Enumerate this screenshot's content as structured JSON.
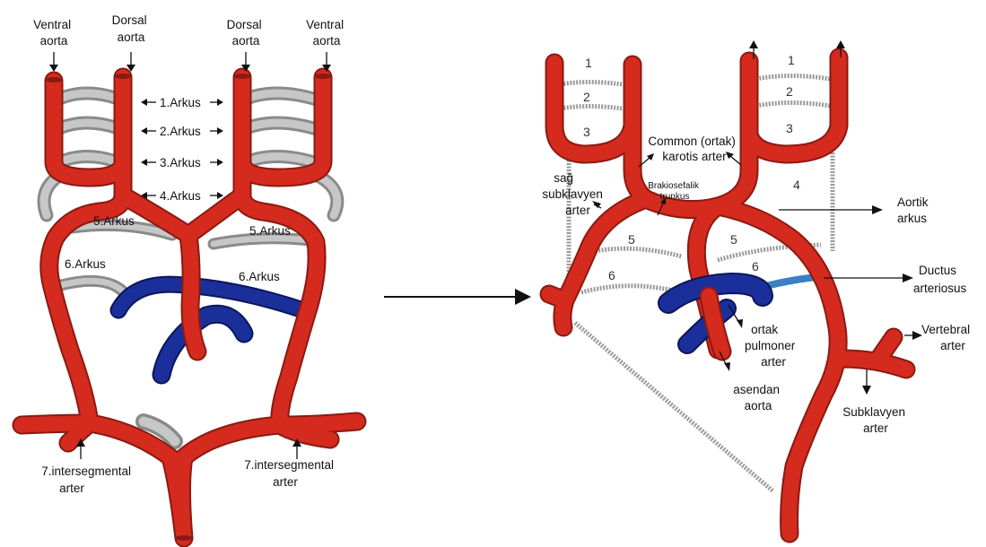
{
  "left_panel": {
    "top_labels": {
      "ventral_left": [
        "Ventral",
        "aorta"
      ],
      "dorsal_left": [
        "Dorsal",
        "aorta"
      ],
      "dorsal_right": [
        "Dorsal",
        "aorta"
      ],
      "ventral_right": [
        "Ventral",
        "aorta"
      ]
    },
    "arch_labels": [
      "1.Arkus",
      "2.Arkus",
      "3.Arkus",
      "4.Arkus"
    ],
    "arch5_left": "5.Arkus",
    "arch5_right": "5.Arkus",
    "arch6_left": "6.Arkus",
    "arch6_right": "6.Arkus",
    "intersegmental_left": [
      "7.intersegmental",
      "arter"
    ],
    "intersegmental_right": [
      "7.intersegmental",
      "arter"
    ]
  },
  "right_panel": {
    "arch_numbers_left": [
      "1",
      "2",
      "3",
      "5",
      "6"
    ],
    "arch_numbers_right": [
      "1",
      "2",
      "3",
      "4",
      "5",
      "6"
    ],
    "sag_subklavyen": [
      "sağ",
      "subklavyen",
      "arter"
    ],
    "common_karotis": [
      "Common (ortak)",
      "karotis arter"
    ],
    "brakiosefalik": [
      "Brakiosefalik",
      "trunkus"
    ],
    "aortik_arkus": [
      "Aortik",
      "arkus"
    ],
    "ductus": [
      "Ductus",
      "arteriosus"
    ],
    "ortak_pulmoner": [
      "ortak",
      "pulmoner",
      "arter"
    ],
    "asendan_aorta": [
      "asendan",
      "aorta"
    ],
    "vertebral": [
      "Vertebral",
      "arter"
    ],
    "subklavyen": [
      "Subklavyen",
      "arter"
    ]
  },
  "colors": {
    "artery": "#d52a1e",
    "pulmonary": "#1a2f9a",
    "regressed": "#a8a8a8",
    "ductus": "#3b7fc4"
  }
}
